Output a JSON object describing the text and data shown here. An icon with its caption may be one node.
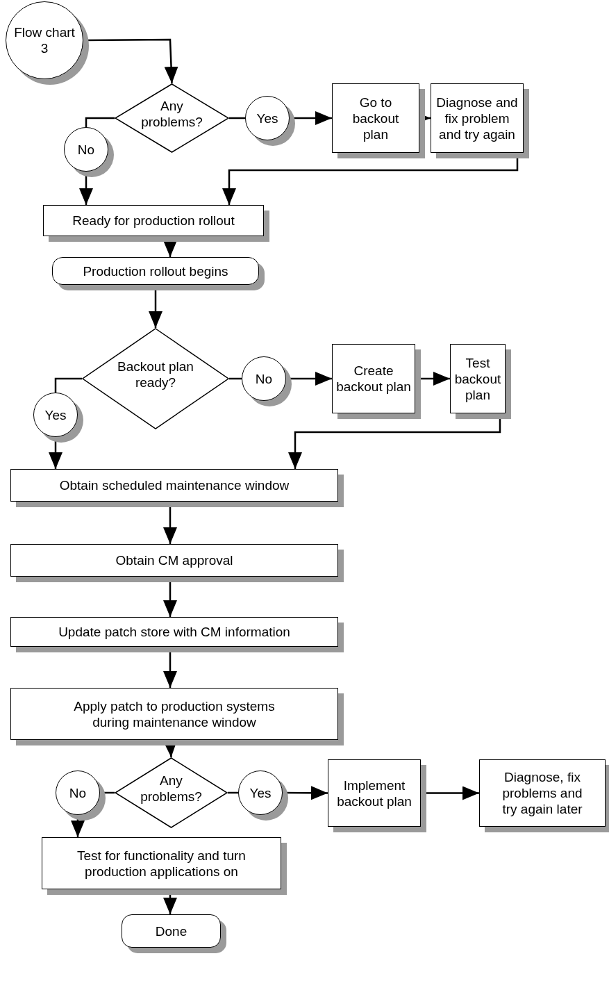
{
  "diagram": {
    "nodes": [
      {
        "text": [
          "Flow chart 3"
        ]
      },
      {
        "text": [
          "Any problems?"
        ]
      },
      {
        "text": [
          "Yes"
        ]
      },
      {
        "text": [
          "No"
        ]
      },
      {
        "text": [
          "Go to backout plan"
        ]
      },
      {
        "text": [
          "Diagnose and fix problem and try again"
        ]
      },
      {
        "text": [
          "Ready for production rollout"
        ]
      },
      {
        "text": [
          "Production rollout begins"
        ]
      },
      {
        "text": [
          "Backout plan ready?"
        ]
      },
      {
        "text": [
          "No"
        ]
      },
      {
        "text": [
          "Yes"
        ]
      },
      {
        "text": [
          "Create backout plan"
        ]
      },
      {
        "text": [
          "Test backout plan"
        ]
      },
      {
        "text": [
          "Obtain scheduled maintenance window"
        ]
      },
      {
        "text": [
          "Obtain CM approval"
        ]
      },
      {
        "text": [
          "Update patch store with CM information"
        ]
      },
      {
        "text": [
          "Apply patch to production systems during maintenance window"
        ]
      },
      {
        "text": [
          "Any problems?"
        ]
      },
      {
        "text": [
          "No"
        ]
      },
      {
        "text": [
          "Yes"
        ]
      },
      {
        "text": [
          "Implement backout plan"
        ]
      },
      {
        "text": [
          "Diagnose, fix problems and try again later"
        ]
      },
      {
        "text": [
          "Test for functionality and turn production applications on"
        ]
      },
      {
        "text": [
          "Done"
        ]
      }
    ],
    "edges": [
      {
        "from": 0,
        "to": 1,
        "arrow": "to"
      },
      {
        "from": 1,
        "to": 2,
        "arrow": "none"
      },
      {
        "from": 2,
        "to": 4,
        "arrow": "to"
      },
      {
        "from": 4,
        "to": 5,
        "arrow": "to"
      },
      {
        "from": 5,
        "to": 6,
        "arrow": "to"
      },
      {
        "from": 1,
        "to": 3,
        "arrow": "none"
      },
      {
        "from": 3,
        "to": 6,
        "arrow": "to"
      },
      {
        "from": 6,
        "to": 7,
        "arrow": "to"
      },
      {
        "from": 7,
        "to": 8,
        "arrow": "to"
      },
      {
        "from": 8,
        "to": 9,
        "arrow": "none"
      },
      {
        "from": 9,
        "to": 11,
        "arrow": "to"
      },
      {
        "from": 11,
        "to": 12,
        "arrow": "to"
      },
      {
        "from": 12,
        "to": 13,
        "arrow": "to"
      },
      {
        "from": 8,
        "to": 10,
        "arrow": "none"
      },
      {
        "from": 10,
        "to": 13,
        "arrow": "to"
      },
      {
        "from": 13,
        "to": 14,
        "arrow": "to"
      },
      {
        "from": 14,
        "to": 15,
        "arrow": "to"
      },
      {
        "from": 15,
        "to": 16,
        "arrow": "to"
      },
      {
        "from": 16,
        "to": 17,
        "arrow": "to"
      },
      {
        "from": 17,
        "to": 19,
        "arrow": "none"
      },
      {
        "from": 19,
        "to": 20,
        "arrow": "to"
      },
      {
        "from": 20,
        "to": 21,
        "arrow": "to"
      },
      {
        "from": 17,
        "to": 18,
        "arrow": "none"
      },
      {
        "from": 18,
        "to": 22,
        "arrow": "to"
      },
      {
        "from": 22,
        "to": 23,
        "arrow": "to"
      }
    ]
  }
}
